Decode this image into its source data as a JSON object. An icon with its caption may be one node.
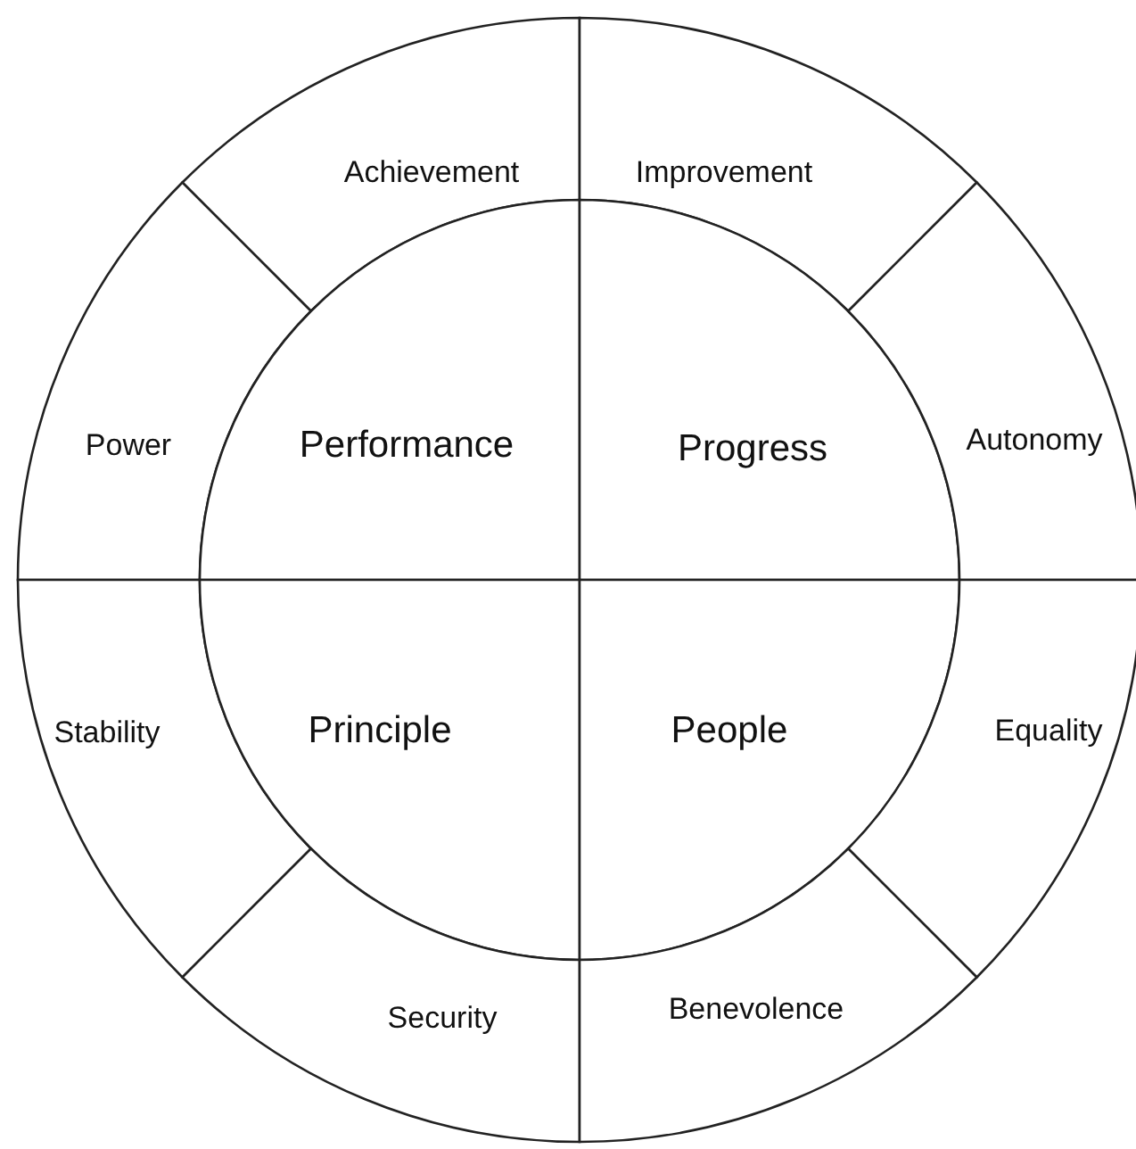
{
  "diagram": {
    "nodes": [
      {
        "text": [
          "Achievement"
        ]
      },
      {
        "text": [
          "Improvement"
        ]
      },
      {
        "text": [
          "Power"
        ]
      },
      {
        "text": [
          "Performance"
        ]
      },
      {
        "text": [
          "Progress"
        ]
      },
      {
        "text": [
          "Autonomy"
        ]
      },
      {
        "text": [
          "Stability"
        ]
      },
      {
        "text": [
          "Principle"
        ]
      },
      {
        "text": [
          "People"
        ]
      },
      {
        "text": [
          "Equality"
        ]
      },
      {
        "text": [
          "Security"
        ]
      },
      {
        "text": [
          "Benevolence"
        ]
      }
    ]
  }
}
